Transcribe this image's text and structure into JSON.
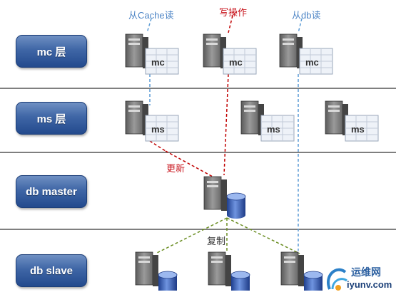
{
  "layers": {
    "mc": "mc 层",
    "ms": "ms 层",
    "db_master": "db master",
    "db_slave": "db slave"
  },
  "annotations": {
    "read_cache": "从Cache读",
    "write_op": "写操作",
    "read_db": "从db读",
    "update": "更新",
    "replicate": "复制"
  },
  "server_badges": {
    "mc": "mc",
    "ms": "ms"
  },
  "watermark": {
    "line1": "运维网",
    "line2": "iyunv.com"
  },
  "colors": {
    "layer_box": "#2f5597",
    "read_line": "#5b9bd5",
    "write_line": "#c00000",
    "replicate_line": "#6b8e23"
  }
}
